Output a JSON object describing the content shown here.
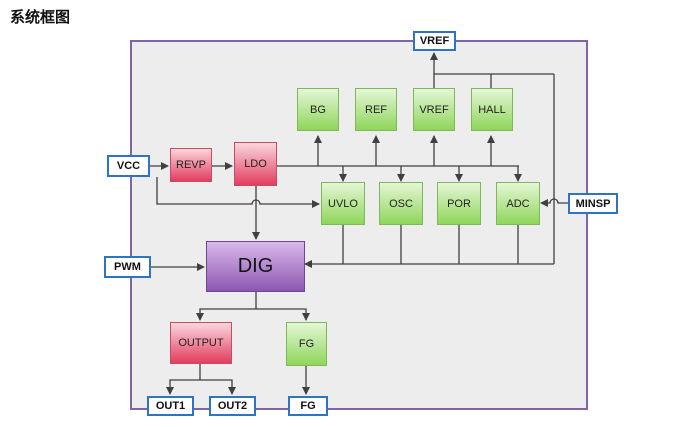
{
  "title": "系统框图",
  "pins": {
    "vref": "VREF",
    "vcc": "VCC",
    "pwm": "PWM",
    "minsp": "MINSP",
    "out1": "OUT1",
    "out2": "OUT2",
    "fg": "FG"
  },
  "blocks": {
    "bg": "BG",
    "ref": "REF",
    "vref": "VREF",
    "hall": "HALL",
    "revp": "REVP",
    "ldo": "LDO",
    "uvlo": "UVLO",
    "osc": "OSC",
    "por": "POR",
    "adc": "ADC",
    "dig": "DIG",
    "output": "OUTPUT",
    "fg": "FG"
  },
  "colors": {
    "frame_border": "#7e64a8",
    "pin_border": "#2e74c4",
    "green_block": "#8fd65a",
    "red_block": "#e23d5f",
    "dig_block": "#8d57b2",
    "wire": "#404040"
  }
}
